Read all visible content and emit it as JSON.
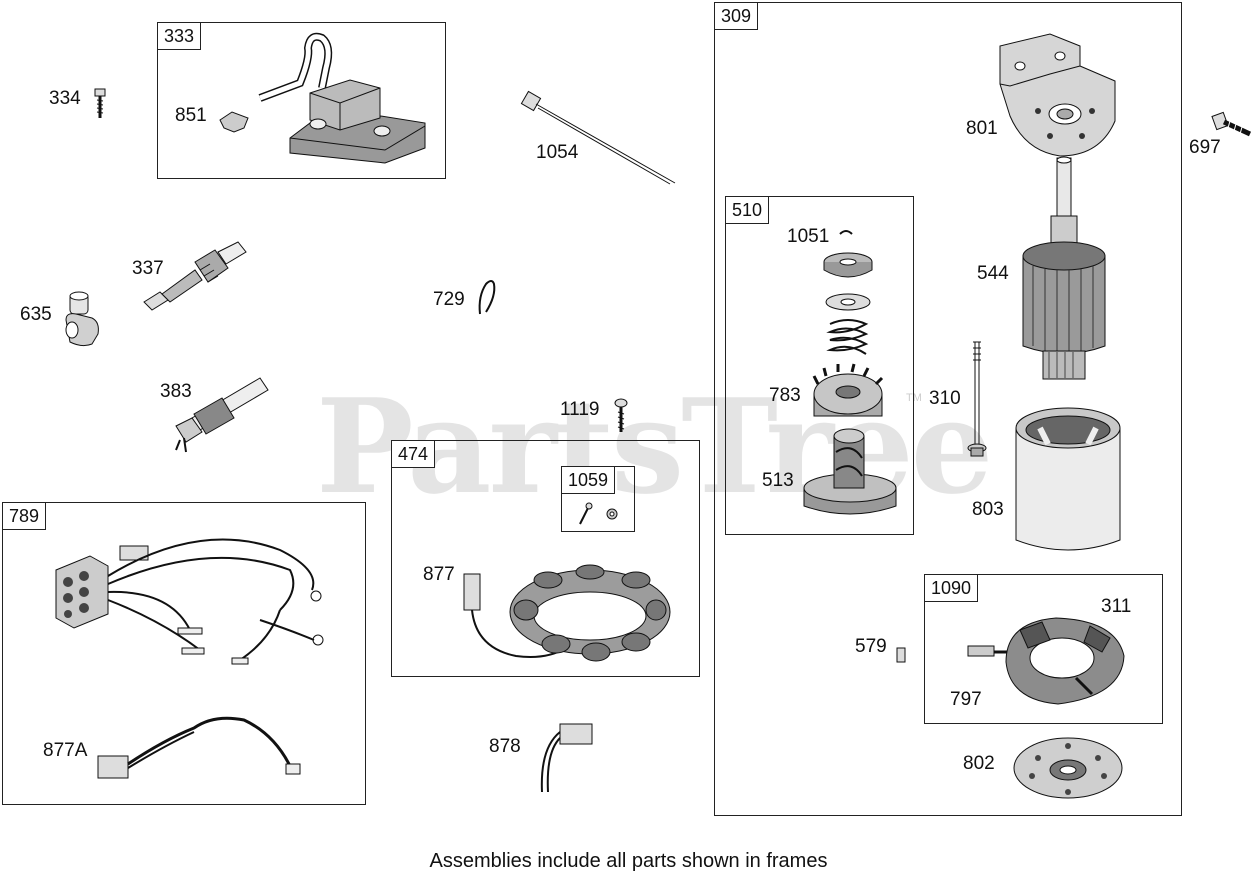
{
  "watermark": "PartsTree",
  "watermark_tm": "TM",
  "caption": "Assemblies include all parts shown in frames",
  "frames": {
    "f333": "333",
    "f309": "309",
    "f510": "510",
    "f474": "474",
    "f1059": "1059",
    "f789": "789",
    "f1090": "1090"
  },
  "labels": {
    "p334": "334",
    "p851": "851",
    "p1054": "1054",
    "p801": "801",
    "p697": "697",
    "p1051": "1051",
    "p544": "544",
    "p337": "337",
    "p635": "635",
    "p729": "729",
    "p383": "383",
    "p1119": "1119",
    "p783": "783",
    "p310": "310",
    "p513": "513",
    "p803": "803",
    "p877": "877",
    "p1090_311": "311",
    "p579": "579",
    "p797": "797",
    "p877A": "877A",
    "p878": "878",
    "p802": "802"
  }
}
